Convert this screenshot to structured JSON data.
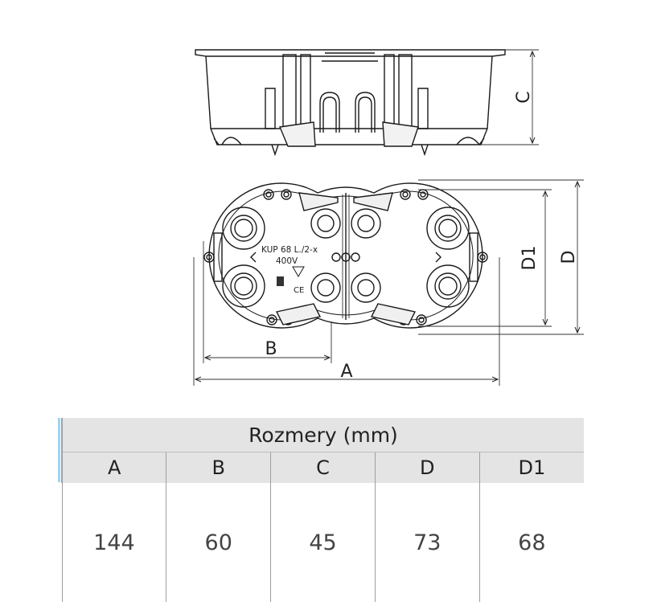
{
  "drawing": {
    "labels": {
      "dim_a": "A",
      "dim_b": "B",
      "dim_c": "C",
      "dim_d": "D",
      "dim_d1": "D1",
      "model": "KUP 68 L./2-x",
      "voltage": "400V",
      "ce_mark": "CE"
    }
  },
  "table": {
    "caption": "Rozmery (mm)",
    "headers": [
      "A",
      "B",
      "C",
      "D",
      "D1"
    ],
    "values": [
      "144",
      "60",
      "45",
      "73",
      "68"
    ]
  },
  "colors": {
    "line": "#1a1a1a",
    "header_bg": "#e4e4e4",
    "accent": "#9fd3ef"
  }
}
